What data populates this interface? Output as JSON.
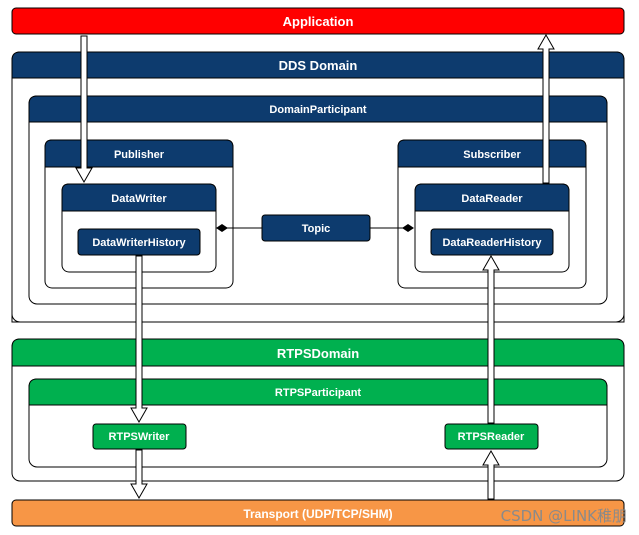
{
  "layers": {
    "application": "Application",
    "dds_domain": "DDS Domain",
    "domain_participant": "DomainParticipant",
    "publisher": "Publisher",
    "subscriber": "Subscriber",
    "data_writer": "DataWriter",
    "data_writer_history": "DataWriterHistory",
    "topic": "Topic",
    "data_reader": "DataReader",
    "data_reader_history": "DataReaderHistory",
    "rtps_domain": "RTPSDomain",
    "rtps_participant": "RTPSParticipant",
    "rtps_writer": "RTPSWriter",
    "rtps_reader": "RTPSReader",
    "transport": "Transport (UDP/TCP/SHM)"
  },
  "watermark": "CSDN @LINK稚朋",
  "colors": {
    "application": "#ff0000",
    "dds_blue": "#0d3b6e",
    "rtps_green": "#00b04f",
    "transport_orange": "#f79646",
    "border": "#000000"
  }
}
